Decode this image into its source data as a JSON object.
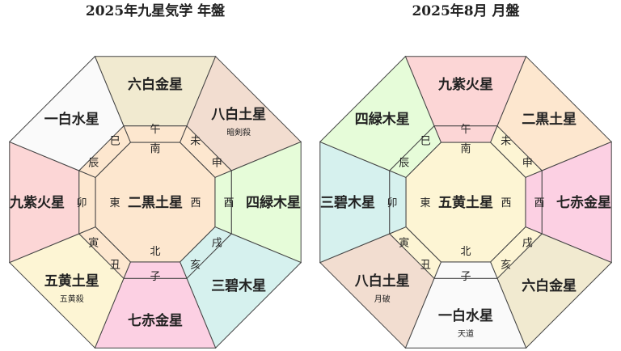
{
  "boards": [
    {
      "title": "2025年九星気学 年盤",
      "center": {
        "star": "二黒土星",
        "color": "#fde7cf"
      },
      "segments": [
        {
          "dir": "S",
          "star": "六白金星",
          "note": "",
          "color": "#f1ead0"
        },
        {
          "dir": "SW",
          "star": "八白土星",
          "note": "暗剣殺",
          "color": "#f2ddd0"
        },
        {
          "dir": "W",
          "star": "四緑木星",
          "note": "",
          "color": "#e6fcd9"
        },
        {
          "dir": "NW",
          "star": "三碧木星",
          "note": "",
          "color": "#d6f1ee"
        },
        {
          "dir": "N",
          "star": "七赤金星",
          "note": "",
          "color": "#fcd0e3"
        },
        {
          "dir": "NE",
          "star": "五黄土星",
          "note": "五黄殺",
          "color": "#fdf5d4"
        },
        {
          "dir": "E",
          "star": "九紫火星",
          "note": "",
          "color": "#fcd6d6"
        },
        {
          "dir": "SE",
          "star": "一白水星",
          "note": "",
          "color": "#fafafa"
        }
      ],
      "ring": [
        {
          "dir": "S",
          "label": "午",
          "color": "#fde7cf"
        },
        {
          "dir": "SW",
          "label": "未 申",
          "color": "#fde7cf"
        },
        {
          "dir": "W",
          "label": "酉",
          "color": "#e6fcd9"
        },
        {
          "dir": "NW",
          "label": "戌 亥",
          "color": "#d6f1ee"
        },
        {
          "dir": "N",
          "label": "子",
          "color": "#fcd0e3"
        },
        {
          "dir": "NE",
          "label": "丑 寅",
          "color": "#fde7cf"
        },
        {
          "dir": "E",
          "label": "卯",
          "color": "#fde7cf"
        },
        {
          "dir": "SE",
          "label": "辰 巳",
          "color": "#fde7cf"
        }
      ],
      "directions": {
        "S": "南",
        "W": "西",
        "N": "北",
        "E": "東"
      }
    },
    {
      "title": "2025年8月 月盤",
      "center": {
        "star": "五黄土星",
        "color": "#fdf5d4"
      },
      "segments": [
        {
          "dir": "S",
          "star": "九紫火星",
          "note": "",
          "color": "#fcd6d6"
        },
        {
          "dir": "SW",
          "star": "二黒土星",
          "note": "",
          "color": "#fde7cf"
        },
        {
          "dir": "W",
          "star": "七赤金星",
          "note": "",
          "color": "#fcd0e3"
        },
        {
          "dir": "NW",
          "star": "六白金星",
          "note": "",
          "color": "#f1ead0"
        },
        {
          "dir": "N",
          "star": "一白水星",
          "note": "天道",
          "color": "#fafafa"
        },
        {
          "dir": "NE",
          "star": "八白土星",
          "note": "月破",
          "color": "#f2ddd0"
        },
        {
          "dir": "E",
          "star": "三碧木星",
          "note": "",
          "color": "#d6f1ee"
        },
        {
          "dir": "SE",
          "star": "四緑木星",
          "note": "",
          "color": "#e6fcd9"
        }
      ],
      "ring": [
        {
          "dir": "S",
          "label": "午",
          "color": "#fcd6d6"
        },
        {
          "dir": "SW",
          "label": "未 申",
          "color": "#fdf5d4"
        },
        {
          "dir": "W",
          "label": "酉",
          "color": "#fcd0e3"
        },
        {
          "dir": "NW",
          "label": "戌 亥",
          "color": "#fdf5d4"
        },
        {
          "dir": "N",
          "label": "子",
          "color": "#fafafa"
        },
        {
          "dir": "NE",
          "label": "丑 寅",
          "color": "#fdf5d4"
        },
        {
          "dir": "E",
          "label": "卯",
          "color": "#d6f1ee"
        },
        {
          "dir": "SE",
          "label": "辰 巳",
          "color": "#e6fcd9"
        }
      ],
      "directions": {
        "S": "南",
        "W": "西",
        "N": "北",
        "E": "東"
      }
    }
  ]
}
